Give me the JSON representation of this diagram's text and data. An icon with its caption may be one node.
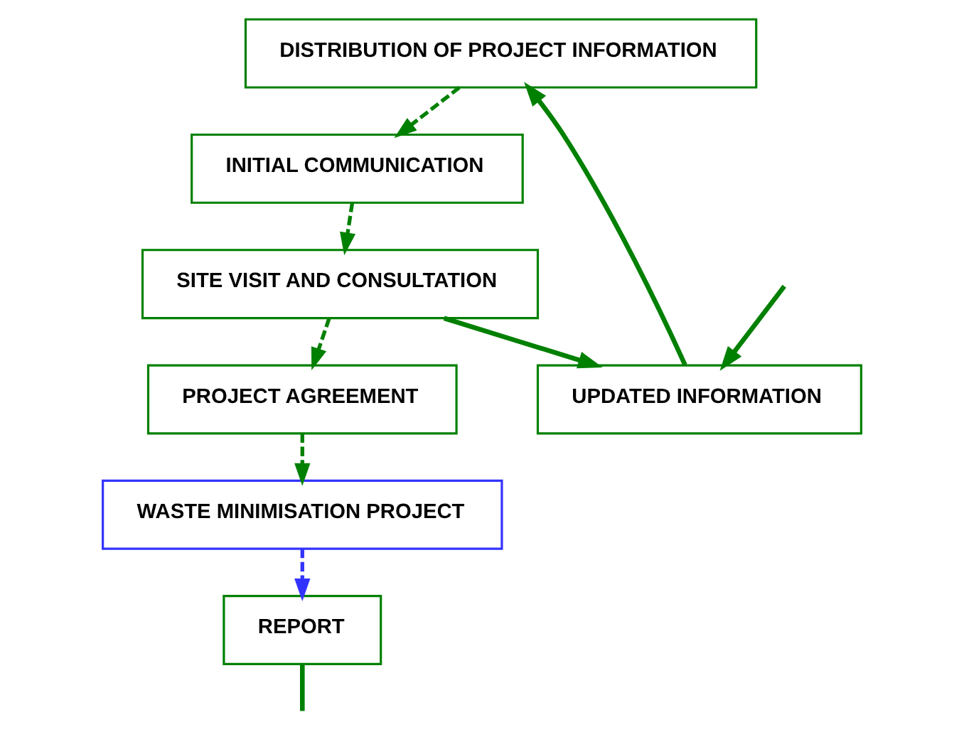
{
  "diagram": {
    "nodes": [
      {
        "text": [
          "DISTRIBUTION OF PROJECT INFORMATION"
        ]
      },
      {
        "text": [
          "INITIAL COMMUNICATION"
        ]
      },
      {
        "text": [
          "SITE VISIT AND CONSULTATION"
        ]
      },
      {
        "text": [
          "PROJECT AGREEMENT"
        ]
      },
      {
        "text": [
          "WASTE MINIMISATION PROJECT"
        ]
      },
      {
        "text": [
          "REPORT"
        ]
      },
      {
        "text": [
          "UPDATED INFORMATION"
        ]
      }
    ],
    "edges": [
      {
        "from": 0,
        "to": 1,
        "arrow": "to",
        "style": "dashed"
      },
      {
        "from": 1,
        "to": 2,
        "arrow": "to",
        "style": "dashed"
      },
      {
        "from": 2,
        "to": 3,
        "arrow": "to",
        "style": "dashed"
      },
      {
        "from": 3,
        "to": 4,
        "arrow": "to",
        "style": "dashed"
      },
      {
        "from": 4,
        "to": 5,
        "arrow": "to",
        "style": "dashed",
        "color": "#3333ff"
      },
      {
        "from": 5,
        "to": null,
        "arrow": "none"
      },
      {
        "from": 2,
        "to": 6,
        "arrow": "to"
      },
      {
        "from": null,
        "to": 6,
        "arrow": "to"
      },
      {
        "from": 6,
        "to": 0,
        "arrow": "to"
      }
    ]
  }
}
